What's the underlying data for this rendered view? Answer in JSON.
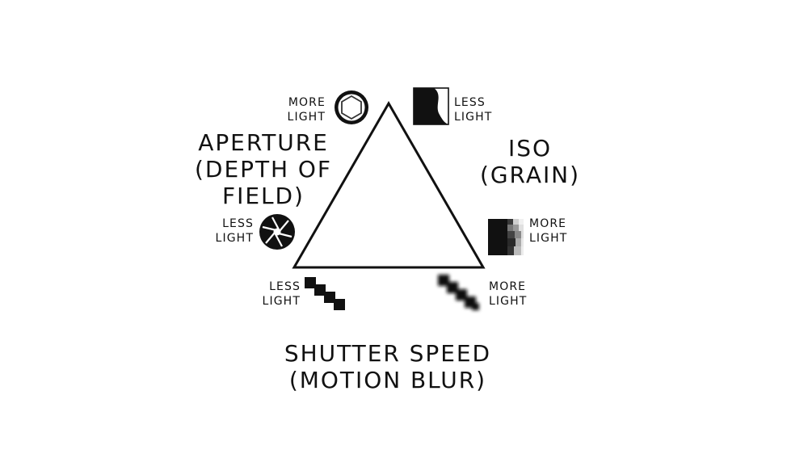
{
  "diagram": {
    "aperture": {
      "title_lines": [
        "APERTURE",
        "(DEPTH OF",
        "FIELD)"
      ],
      "top_note": [
        "MORE",
        "LIGHT"
      ],
      "bottom_note": [
        "LESS",
        "LIGHT"
      ],
      "top_icon": "aperture-wide-open-icon",
      "bottom_icon": "aperture-narrow-icon"
    },
    "iso": {
      "title_lines": [
        "ISO",
        "(GRAIN)"
      ],
      "top_note": [
        "LESS",
        "LIGHT"
      ],
      "bottom_note": [
        "MORE",
        "LIGHT"
      ],
      "top_icon": "iso-low-grain-icon",
      "bottom_icon": "iso-high-grain-icon"
    },
    "shutter": {
      "title_lines": [
        "SHUTTER SPEED",
        "(MOTION BLUR)"
      ],
      "left_note": [
        "LESS",
        "LIGHT"
      ],
      "right_note": [
        "MORE",
        "LIGHT"
      ],
      "left_icon": "fast-shutter-squares-icon",
      "right_icon": "motion-blur-icon"
    },
    "colors": {
      "ink": "#111111",
      "background": "#ffffff"
    }
  }
}
